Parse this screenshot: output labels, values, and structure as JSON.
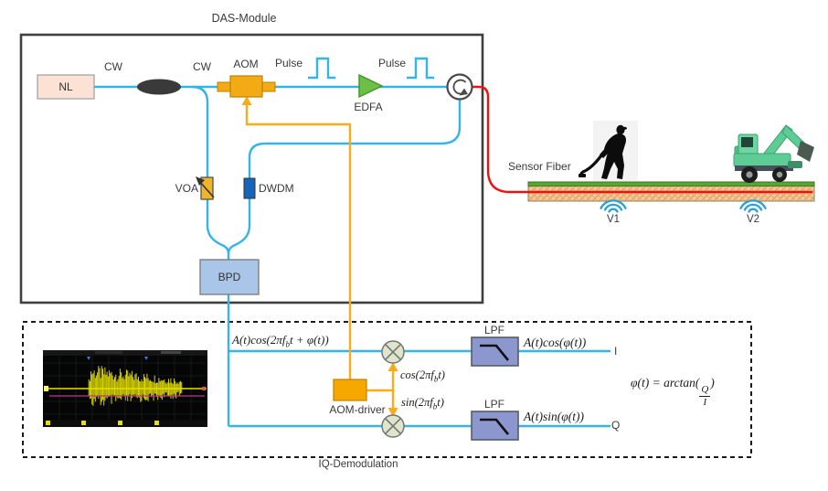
{
  "das_module": {
    "title": "DAS-Module",
    "nl": "NL",
    "cw1": "CW",
    "cw2": "CW",
    "aom": "AOM",
    "pulse1": "Pulse",
    "pulse2": "Pulse",
    "edfa": "EDFA",
    "voa": "VOA",
    "dwdm": "DWDM",
    "bpd": "BPD"
  },
  "sensor": {
    "fiber_label": "Sensor Fiber",
    "v1": "V1",
    "v2": "V2"
  },
  "iq": {
    "title": "IQ-Demodulation",
    "beat_signal": {
      "pre": "A(t)cos(2πf",
      "sub": "b",
      "post": "t + φ(t))"
    },
    "aom_driver": "AOM-driver",
    "cos_lo": {
      "pre": "cos(2πf",
      "sub": "b",
      "post": "t)"
    },
    "sin_lo": {
      "pre": "sin(2πf",
      "sub": "b",
      "post": "t)"
    },
    "lpf_i": "LPF",
    "lpf_q": "LPF",
    "i_output": "A(t)cos(φ(t))",
    "q_output": "A(t)sin(φ(t))",
    "i_port": "I",
    "q_port": "Q",
    "formula": {
      "lhs": "φ(t) = arctan(",
      "num": "Q",
      "den": "I",
      "rhs": ")"
    }
  },
  "colors": {
    "fiber_blue": "#35b4e9",
    "electrical_orange": "#fbaa19",
    "sensing_red": "#ee1111",
    "aom_fill": "#f2ab14",
    "edfa_green": "#6cbf47",
    "dwdm_blue": "#1565b8",
    "bpd_fill": "#a9c6e8",
    "lpf_fill": "#8c97d0",
    "mixer_fill": "#dde5ca",
    "ground_tan": "#f5c794",
    "grass_green": "#55a82e",
    "vibration_blue": "#2a9fd8"
  }
}
